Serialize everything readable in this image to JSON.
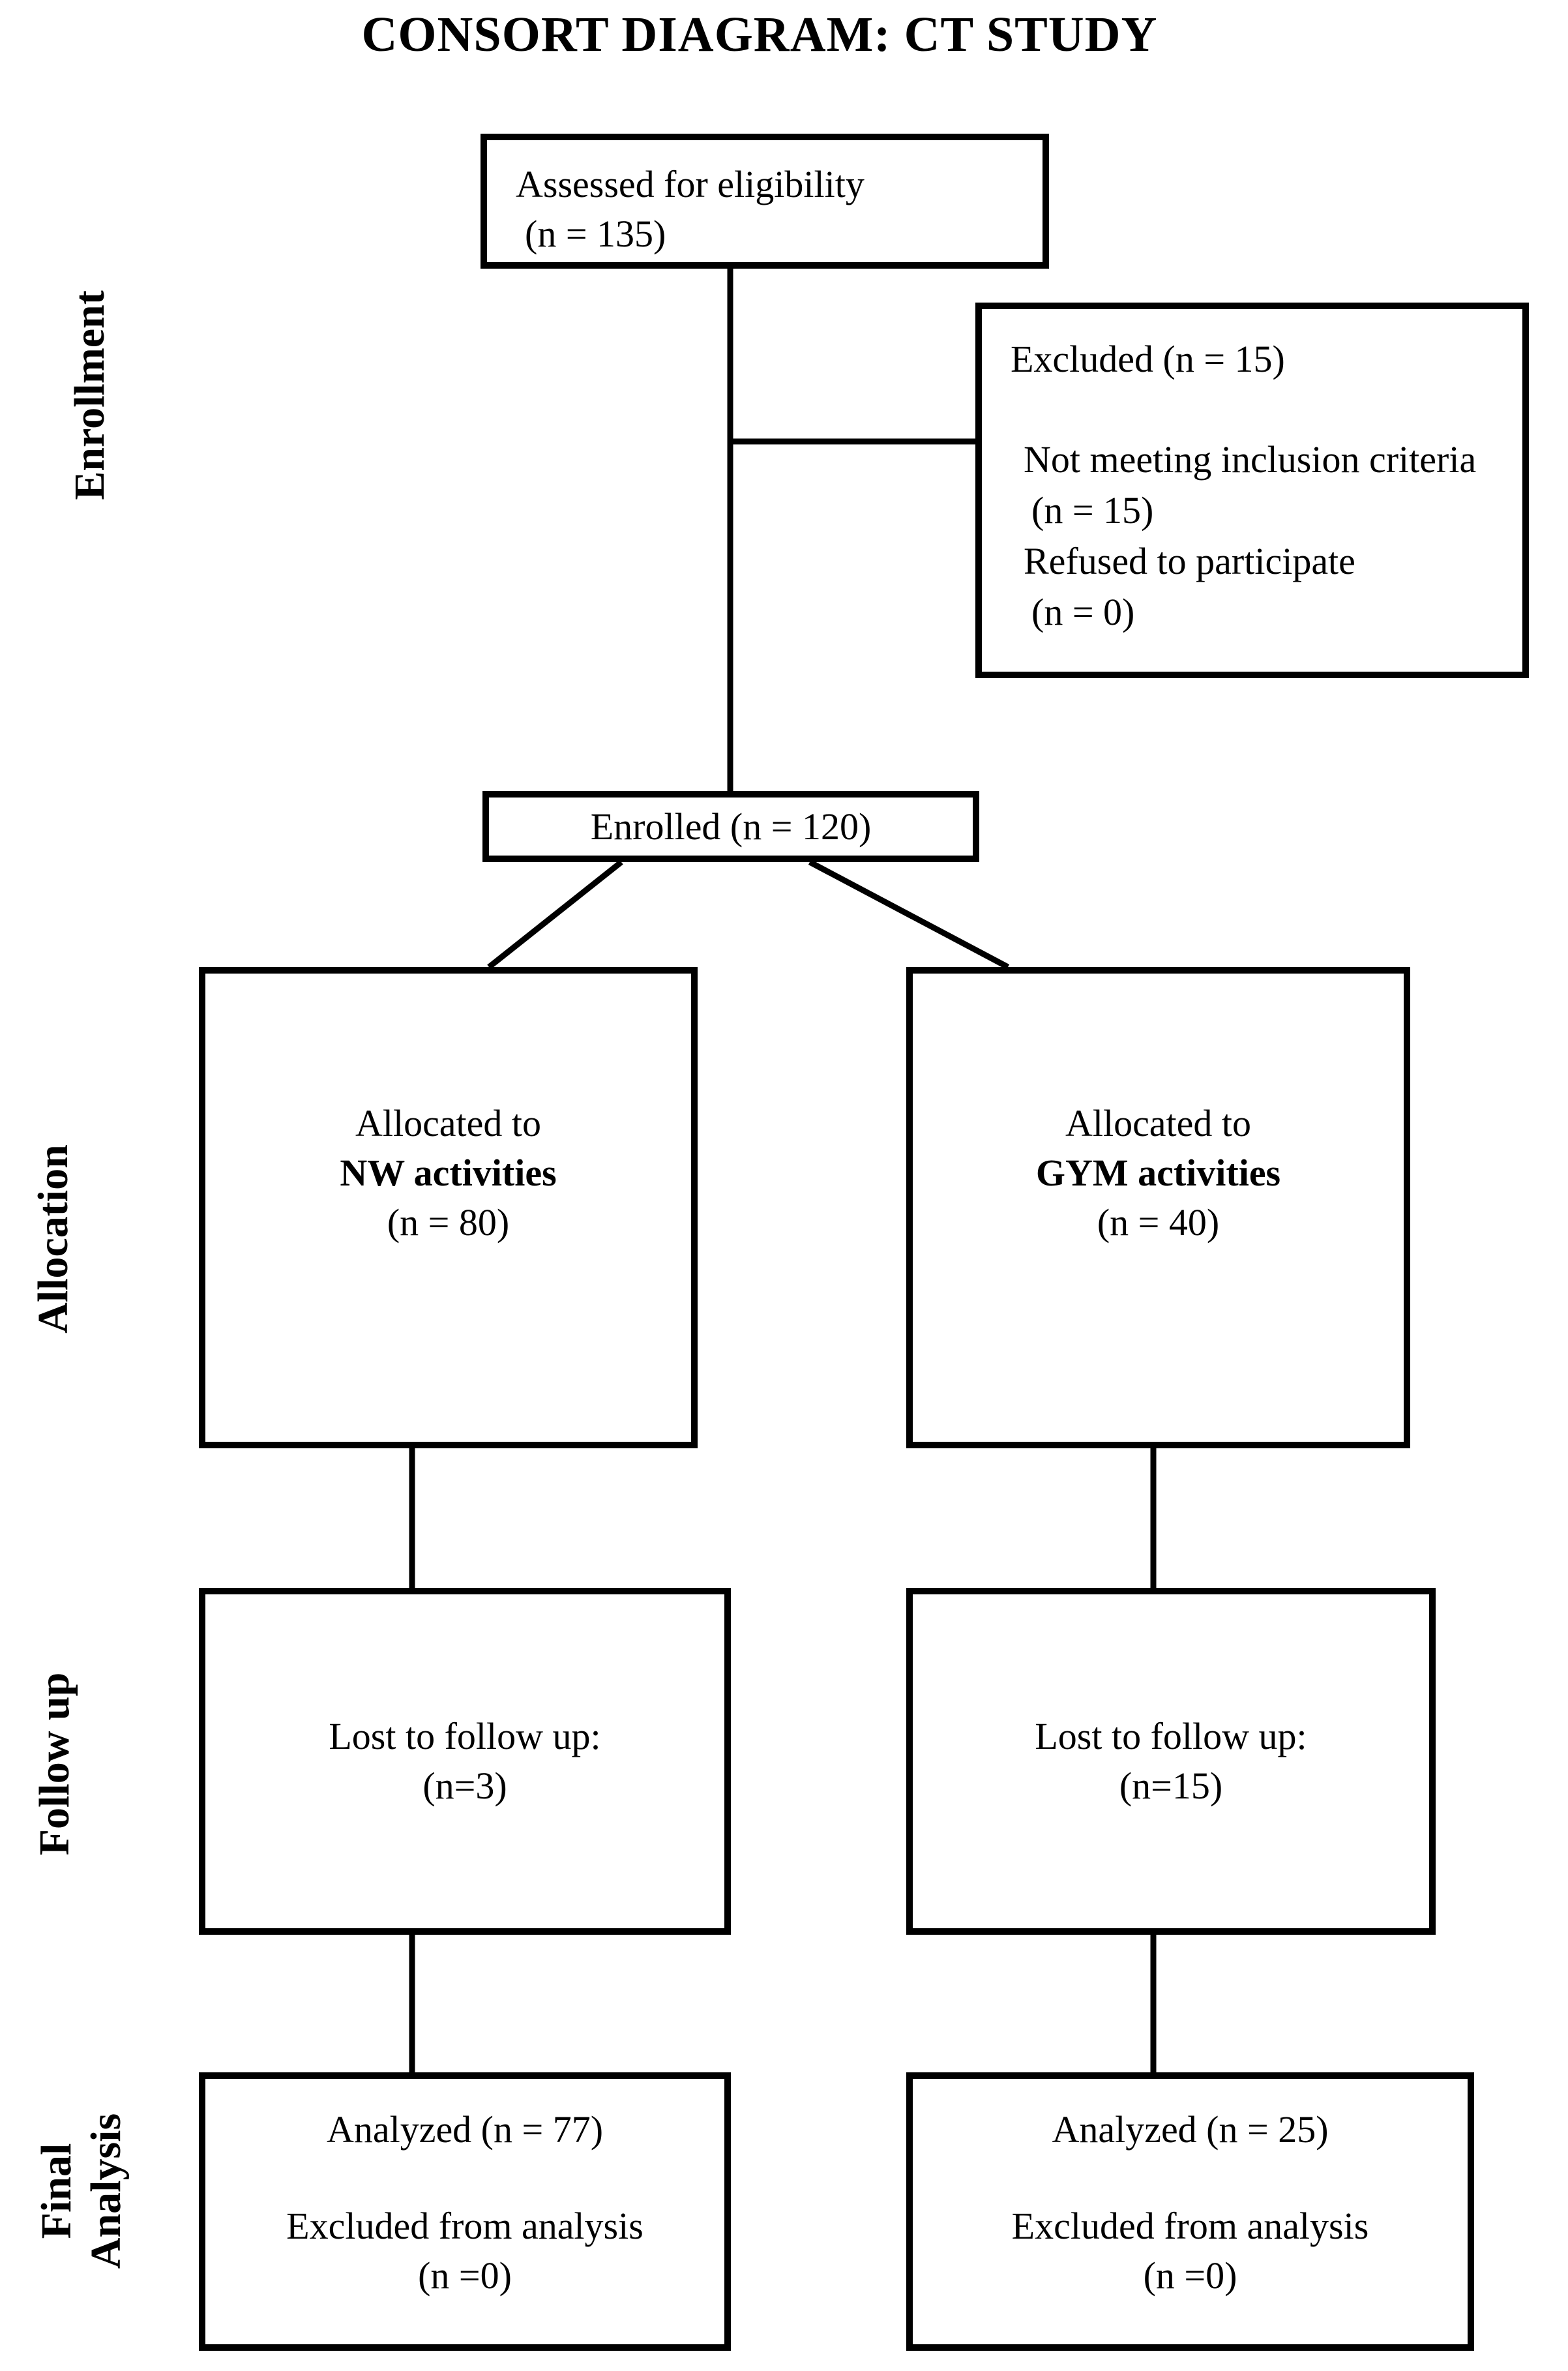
{
  "title": "CONSORT DIAGRAM: CT STUDY",
  "colors": {
    "ink": "#000000",
    "background": "#ffffff"
  },
  "stages": {
    "enrollment": "Enrollment",
    "allocation": "Allocation",
    "follow_up": "Follow up",
    "final_analysis": [
      "Final",
      "Analysis"
    ]
  },
  "boxes": {
    "assessed": {
      "line1": "Assessed for eligibility",
      "line2": "(n = 135)"
    },
    "excluded": {
      "heading": "Excluded (n = 15)",
      "reason1": "Not meeting inclusion criteria",
      "reason1_n": "(n = 15)",
      "reason2": "Refused to participate",
      "reason2_n": "(n = 0)"
    },
    "enrolled": {
      "text": "Enrolled (n = 120)"
    },
    "alloc_nw": {
      "line1": "Allocated to",
      "line2": "NW activities",
      "line3": "(n = 80)"
    },
    "alloc_gym": {
      "line1": "Allocated to",
      "line2": "GYM activities",
      "line3": "(n = 40)"
    },
    "fu_nw": {
      "line1": "Lost to follow up:",
      "line2": "(n=3)"
    },
    "fu_gym": {
      "line1": "Lost to follow up:",
      "line2": "(n=15)"
    },
    "final_nw": {
      "line1": "Analyzed (n = 77)",
      "line2": "Excluded from analysis",
      "line3": "(n =0)"
    },
    "final_gym": {
      "line1": "Analyzed (n = 25)",
      "line2": "Excluded from analysis",
      "line3": "(n =0)"
    }
  }
}
